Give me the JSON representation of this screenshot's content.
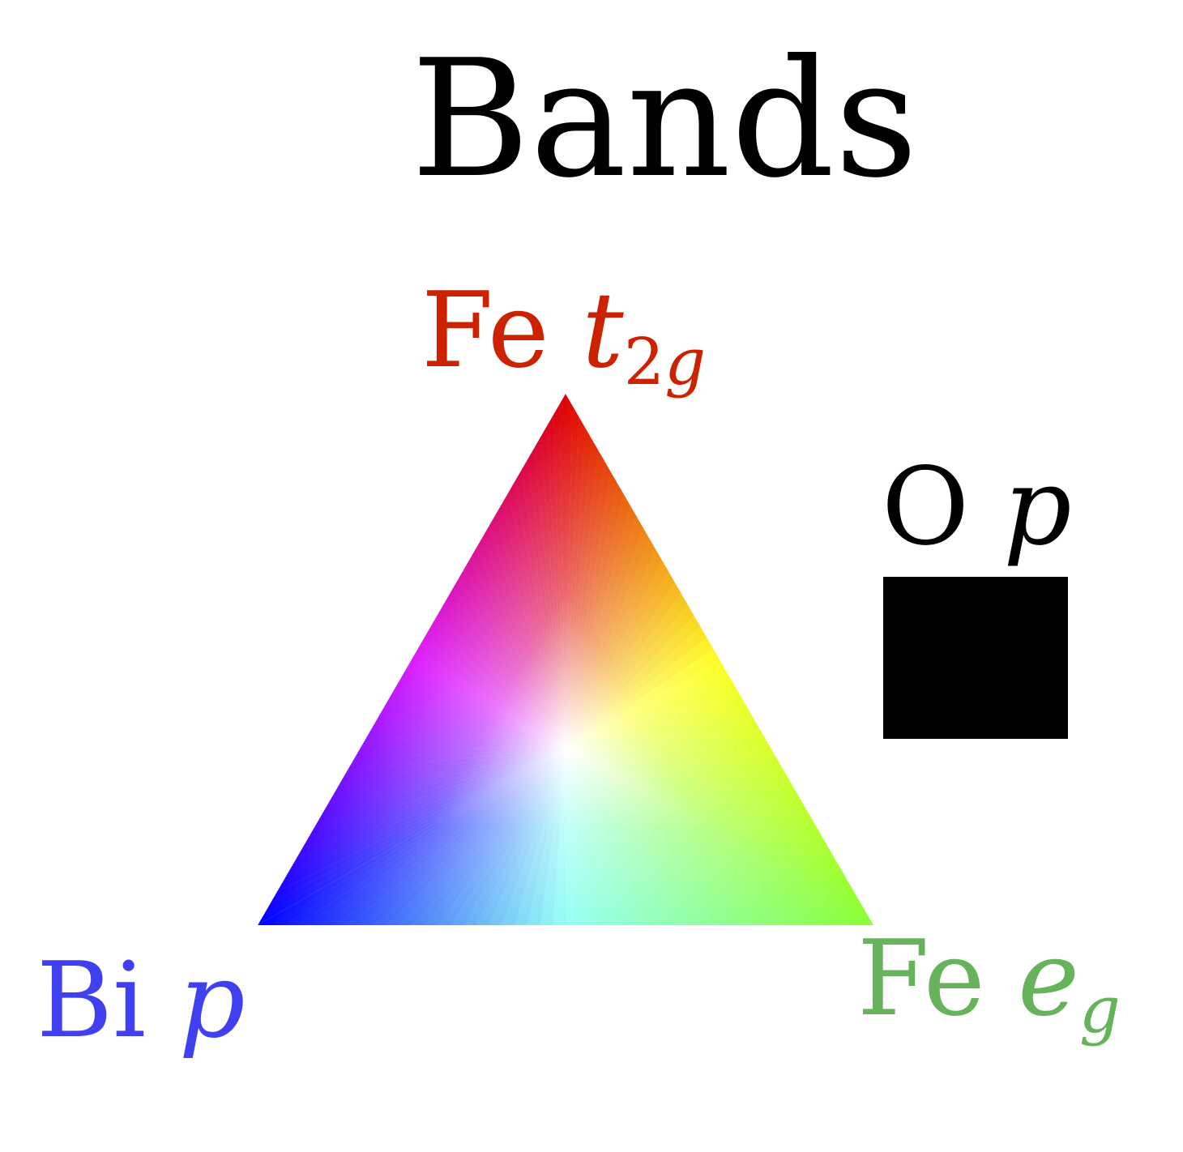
{
  "title": "Bands",
  "colors": {
    "top_vertex": "#dd0000",
    "right_vertex": "#88ff33",
    "left_vertex": "#0000ff",
    "center": "#ffffff",
    "top_label": "#cc2200",
    "right_label": "#66b35c",
    "left_label": "#4040f0",
    "swatch": "#000000"
  },
  "vertices": {
    "top": {
      "element": "Fe",
      "orbital": "t",
      "subscript_number": "2",
      "subscript_letter": "g"
    },
    "right": {
      "element": "Fe",
      "orbital": "e",
      "subscript_letter": "g"
    },
    "left": {
      "element": "Bi",
      "orbital": "p"
    }
  },
  "swatch_label": {
    "element": "O",
    "orbital": "p"
  }
}
